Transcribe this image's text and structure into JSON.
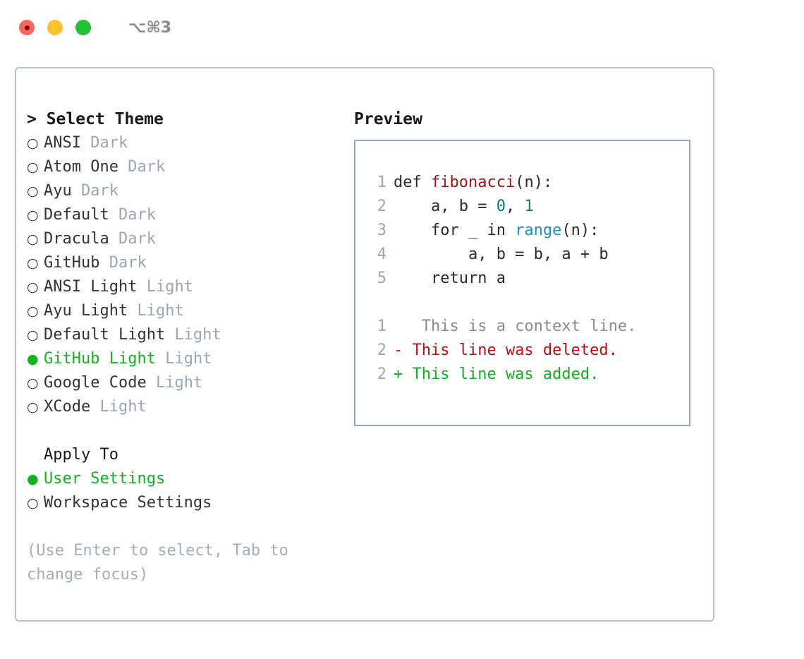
{
  "titlebar": {
    "shortcut": "⌥⌘3",
    "lights": [
      {
        "name": "close-recording-light",
        "color": "#ff655c"
      },
      {
        "name": "minimize-light",
        "color": "#ffc02e"
      },
      {
        "name": "maximize-light",
        "color": "#22c033"
      }
    ]
  },
  "left": {
    "title": "> Select Theme",
    "themes": [
      {
        "marker": "○",
        "name": "ANSI",
        "tag": "Dark",
        "selected": false
      },
      {
        "marker": "○",
        "name": "Atom One",
        "tag": "Dark",
        "selected": false
      },
      {
        "marker": "○",
        "name": "Ayu",
        "tag": "Dark",
        "selected": false
      },
      {
        "marker": "○",
        "name": "Default",
        "tag": "Dark",
        "selected": false
      },
      {
        "marker": "○",
        "name": "Dracula",
        "tag": "Dark",
        "selected": false
      },
      {
        "marker": "○",
        "name": "GitHub",
        "tag": "Dark",
        "selected": false
      },
      {
        "marker": "○",
        "name": "ANSI Light",
        "tag": "Light",
        "selected": false
      },
      {
        "marker": "○",
        "name": "Ayu Light",
        "tag": "Light",
        "selected": false
      },
      {
        "marker": "○",
        "name": "Default Light",
        "tag": "Light",
        "selected": false
      },
      {
        "marker": "●",
        "name": "GitHub Light",
        "tag": "Light",
        "selected": true
      },
      {
        "marker": "○",
        "name": "Google Code",
        "tag": "Light",
        "selected": false
      },
      {
        "marker": "○",
        "name": "XCode",
        "tag": "Light",
        "selected": false
      }
    ],
    "apply_to_label": "Apply To",
    "apply_to": [
      {
        "marker": "●",
        "name": "User Settings",
        "selected": true
      },
      {
        "marker": "○",
        "name": "Workspace Settings",
        "selected": false
      }
    ],
    "hint": "(Use Enter to select, Tab to change focus)"
  },
  "right": {
    "title": "Preview",
    "code_lines": [
      {
        "no": "1",
        "segments": [
          {
            "t": "def ",
            "c": "plain"
          },
          {
            "t": "fibonacci",
            "c": "fn"
          },
          {
            "t": "(n):",
            "c": "plain"
          }
        ]
      },
      {
        "no": "2",
        "segments": [
          {
            "t": "    a, b = ",
            "c": "plain"
          },
          {
            "t": "0",
            "c": "num"
          },
          {
            "t": ", ",
            "c": "plain"
          },
          {
            "t": "1",
            "c": "num"
          }
        ]
      },
      {
        "no": "3",
        "segments": [
          {
            "t": "    for _ in ",
            "c": "plain"
          },
          {
            "t": "range",
            "c": "call"
          },
          {
            "t": "(n):",
            "c": "plain"
          }
        ]
      },
      {
        "no": "4",
        "segments": [
          {
            "t": "        a, b = b, a + b",
            "c": "plain"
          }
        ]
      },
      {
        "no": "5",
        "segments": [
          {
            "t": "    return a",
            "c": "plain"
          }
        ]
      }
    ],
    "diff_lines": [
      {
        "no": "1",
        "sign": " ",
        "text": "  This is a context line.",
        "kind": "ctx"
      },
      {
        "no": "2",
        "sign": "-",
        "text": " This line was deleted.",
        "kind": "del"
      },
      {
        "no": "2",
        "sign": "+",
        "text": " This line was added.",
        "kind": "add"
      }
    ]
  },
  "colors": {
    "accent_green": "#15b21f",
    "muted": "#9aa6b6",
    "card_border": "#b7c0cd",
    "preview_border": "#9aa6b6",
    "syntax_function": "#a31515",
    "syntax_number": "#0b7d7d",
    "syntax_call": "#1f8dc6",
    "diff_deleted": "#b51313",
    "diff_added": "#13ae1f",
    "diff_context": "#8c8c8c"
  }
}
